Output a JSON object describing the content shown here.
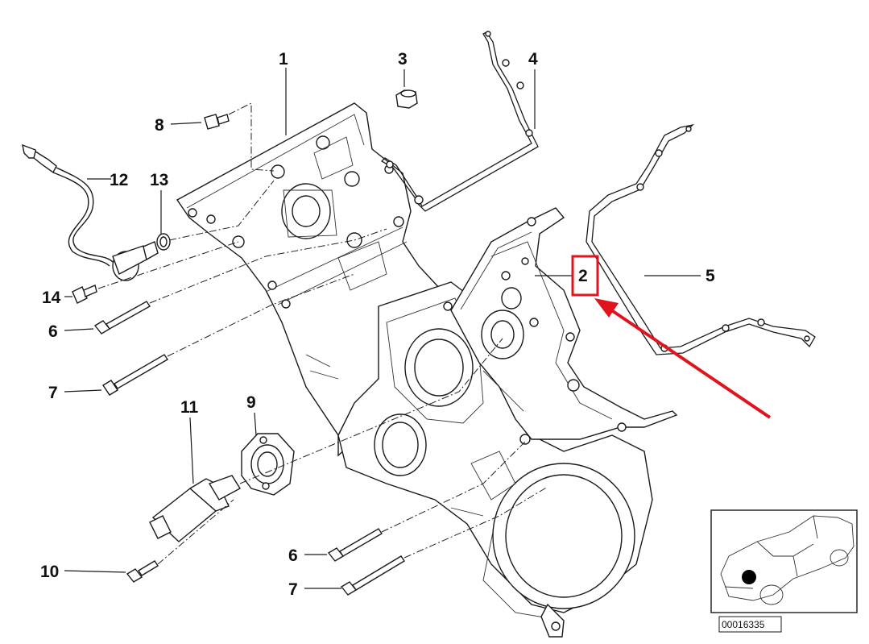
{
  "diagram": {
    "labels": [
      {
        "id": "1",
        "text": "1"
      },
      {
        "id": "2",
        "text": "2"
      },
      {
        "id": "3",
        "text": "3"
      },
      {
        "id": "4",
        "text": "4"
      },
      {
        "id": "5",
        "text": "5"
      },
      {
        "id": "6a",
        "text": "6"
      },
      {
        "id": "6b",
        "text": "6"
      },
      {
        "id": "7a",
        "text": "7"
      },
      {
        "id": "7b",
        "text": "7"
      },
      {
        "id": "8",
        "text": "8"
      },
      {
        "id": "9",
        "text": "9"
      },
      {
        "id": "10",
        "text": "10"
      },
      {
        "id": "11",
        "text": "11"
      },
      {
        "id": "12",
        "text": "12"
      },
      {
        "id": "13",
        "text": "13"
      },
      {
        "id": "14",
        "text": "14"
      }
    ],
    "highlighted_part": "2",
    "highlight_color": "#e0141e",
    "arrow_color": "#e0141e",
    "catalog_number": "00016335"
  }
}
